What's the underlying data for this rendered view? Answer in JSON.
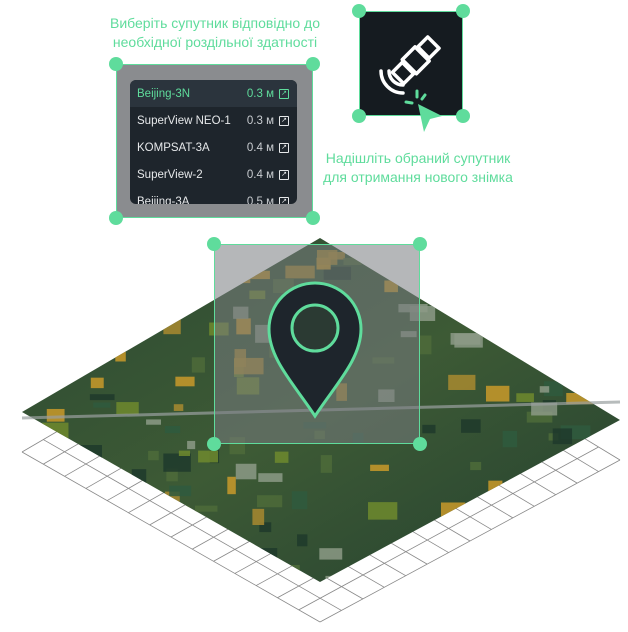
{
  "select_caption": "Виберіть супутник відповідно до необхідної роздільної здатності",
  "send_caption": "Надішліть обраний супутник для отримання нового знімка",
  "satellites": [
    {
      "name": "Beijing-3N",
      "resolution": "0.3 м",
      "selected": true
    },
    {
      "name": "SuperView NEO-1",
      "resolution": "0.3 м",
      "selected": false
    },
    {
      "name": "KOMPSAT-3A",
      "resolution": "0.4 м",
      "selected": false
    },
    {
      "name": "SuperView-2",
      "resolution": "0.4 м",
      "selected": false
    },
    {
      "name": "Beijing-3A",
      "resolution": "0.5 м",
      "selected": false
    }
  ],
  "icons": {
    "satellite": "satellite-icon",
    "cursor": "pointer-click-icon",
    "pin": "map-pin-icon",
    "expand": "expand-icon"
  },
  "colors": {
    "accent": "#5fdc9c",
    "panel": "#1e252c",
    "map_dark": "#1f3a2c",
    "map_field": "#c99a2a"
  }
}
